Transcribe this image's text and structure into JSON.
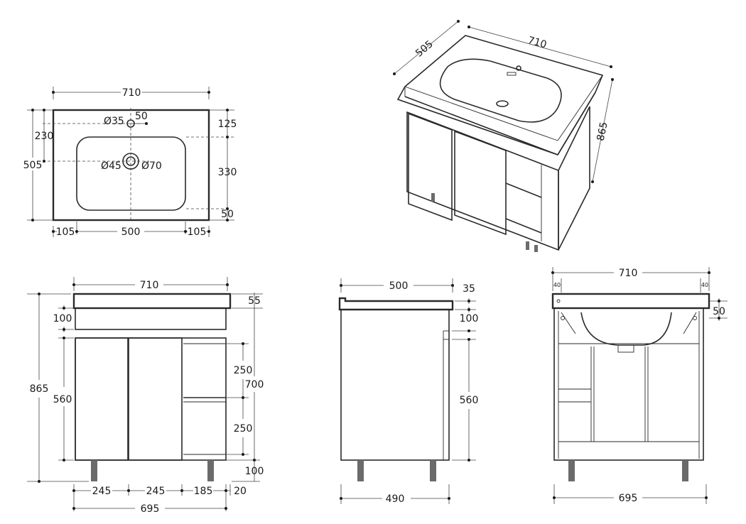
{
  "top_view": {
    "width": "710",
    "depth": "505",
    "tap_front": "230",
    "tap_hole": "Ø35",
    "tap_offset": "50",
    "drain": "Ø45",
    "drain_outer": "Ø70",
    "right_top": "125",
    "right_mid": "330",
    "right_bottom": "50",
    "bottom_left": "105",
    "bottom_mid": "500",
    "bottom_right": "105"
  },
  "iso_view": {
    "depth": "505",
    "width": "710",
    "height": "865"
  },
  "front_view": {
    "width": "710",
    "height": "865",
    "top_thickness": "55",
    "drawer_gap": "100",
    "door_height": "560",
    "shelf_upper": "250",
    "shelf_lower": "250",
    "shelf_total": "700",
    "leg_height": "100",
    "door_left": "245",
    "door_mid": "245",
    "shelf_width": "185",
    "side_inset": "20",
    "base_width": "695"
  },
  "side_view": {
    "depth_top": "500",
    "top_thickness": "35",
    "gap": "100",
    "door_height": "560",
    "depth_base": "490"
  },
  "back_view": {
    "width": "710",
    "corner_left": "40",
    "corner_right": "40",
    "top_height": "50",
    "base_width": "695"
  }
}
